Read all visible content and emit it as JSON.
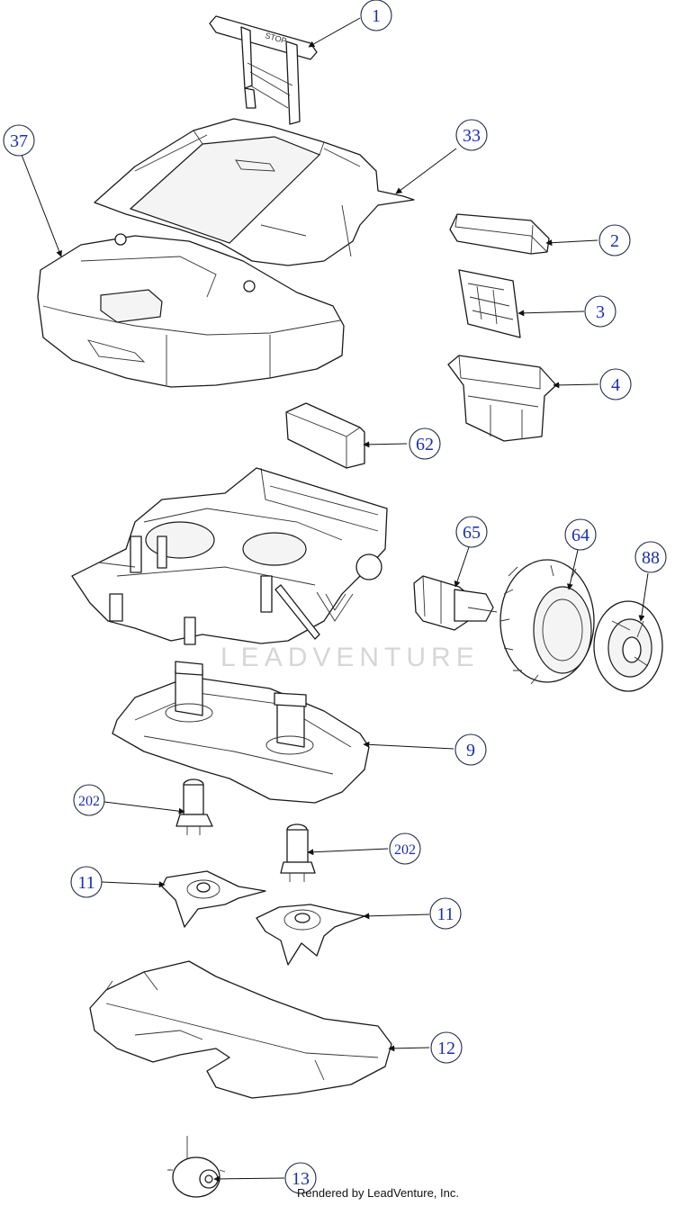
{
  "watermark": "LEADVENTURE",
  "footer": "Rendered by LeadVenture, Inc.",
  "callouts": [
    "1",
    "37",
    "33",
    "2",
    "3",
    "4",
    "62",
    "65",
    "64",
    "88",
    "9",
    "202",
    "202",
    "11",
    "11",
    "12",
    "13"
  ],
  "handle_text": "STOP"
}
